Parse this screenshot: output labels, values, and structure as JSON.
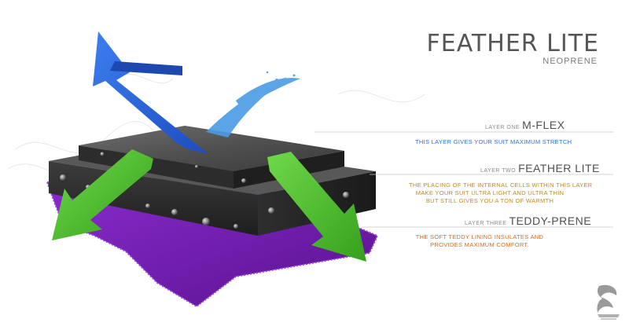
{
  "title": "FEATHER LITE",
  "subtitle": "NEOPRENE",
  "layers": [
    {
      "tag": "LAYER ONE",
      "name": "M-FLEX",
      "description": [
        "THIS LAYER GIVES YOUR SUIT MAXIMUM STRETCH"
      ],
      "color": "#2f6fd6"
    },
    {
      "tag": "LAYER TWO",
      "name": "FEATHER LITE",
      "description": [
        "THE PLACING OF THE INTERNAL CELLS WITHIN THIS LAYER",
        "MAKE YOUR SUIT ULTRA LIGHT AND ULTRA THIN",
        "BUT STILL GIVES YOU A TON OF WARMTH"
      ],
      "color": "#c08a1e"
    },
    {
      "tag": "LAYER THREE",
      "name": "TEDDY-PRENE",
      "description": [
        "THE SOFT TEDDY LINING INSULATES AND",
        "PROVIDES MAXIMUM COMFORT."
      ],
      "color": "#e06a1a"
    }
  ],
  "colors": {
    "top_arrow": "#2a60d8",
    "side_arrows": "#4cbf2a",
    "fleece": "#7a1fb8",
    "slab": "#4a4a4a"
  },
  "icons": [
    "blue-arrow-icon",
    "green-arrow-icon",
    "logo-icon"
  ]
}
